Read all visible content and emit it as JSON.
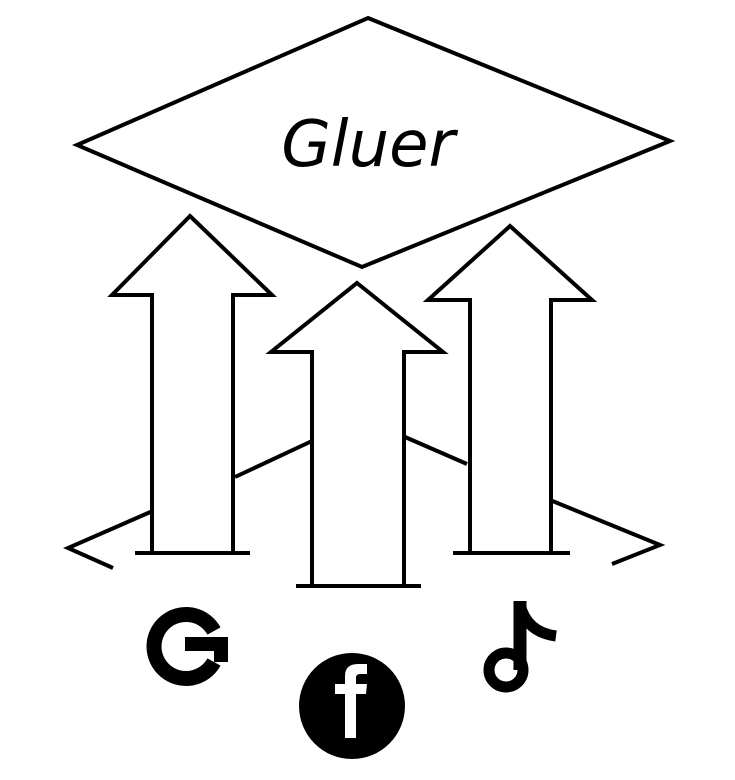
{
  "logo": {
    "wordmark": "Gluer",
    "colors": {
      "ink": "#000000",
      "paper": "#ffffff"
    },
    "platform_icons": [
      {
        "name": "google-icon",
        "glyph": "G"
      },
      {
        "name": "facebook-icon",
        "glyph": "f"
      },
      {
        "name": "tiktok-icon",
        "glyph": "note"
      }
    ]
  }
}
